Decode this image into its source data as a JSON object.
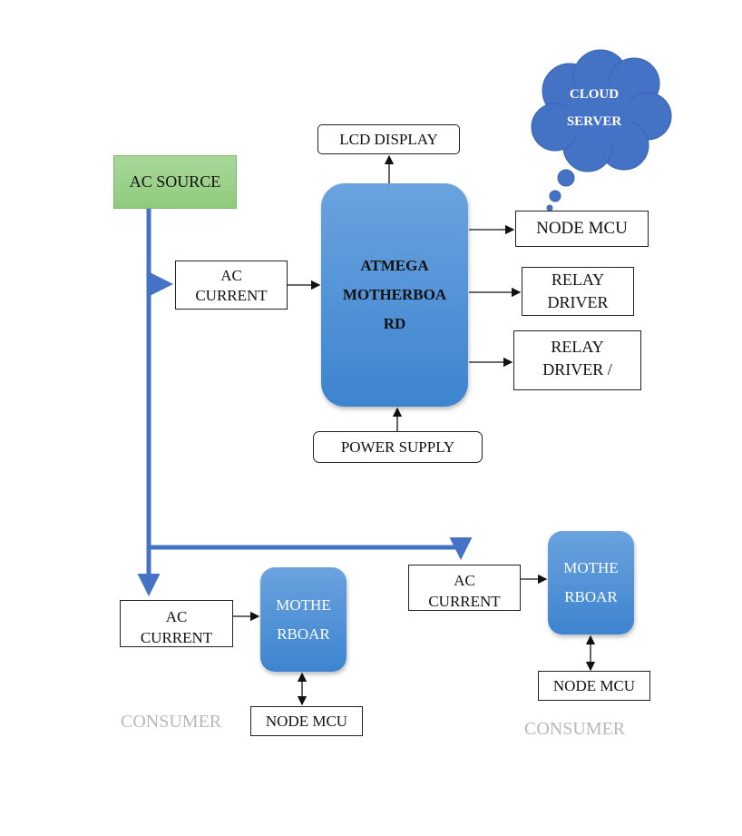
{
  "source": {
    "label": "AC SOURCE"
  },
  "main": {
    "ac_current": [
      "AC",
      "CURRENT"
    ],
    "motherboard": [
      "ATMEGA",
      "MOTHERBOA",
      "RD"
    ],
    "lcd": "LCD DISPLAY",
    "power": "POWER SUPPLY",
    "node_mcu": "NODE MCU",
    "relay1": [
      "RELAY",
      "DRIVER"
    ],
    "relay2": [
      "RELAY",
      "DRIVER /"
    ],
    "cloud": [
      "CLOUD",
      "SERVER"
    ]
  },
  "consumer_left": {
    "ac_current": [
      "AC",
      "CURRENT"
    ],
    "motherboard": [
      "MOTHE",
      "RBOAR"
    ],
    "node_mcu": "NODE MCU",
    "label": "CONSUMER"
  },
  "consumer_right": {
    "ac_current": [
      "AC",
      "CURRENT"
    ],
    "motherboard": [
      "MOTHE",
      "RBOAR"
    ],
    "node_mcu": "NODE MCU",
    "label": "CONSUMER"
  },
  "colors": {
    "bus": "#4472c4",
    "cloud": "#4472c4",
    "board": "#4a8ad6",
    "source": "#9ad28a"
  }
}
